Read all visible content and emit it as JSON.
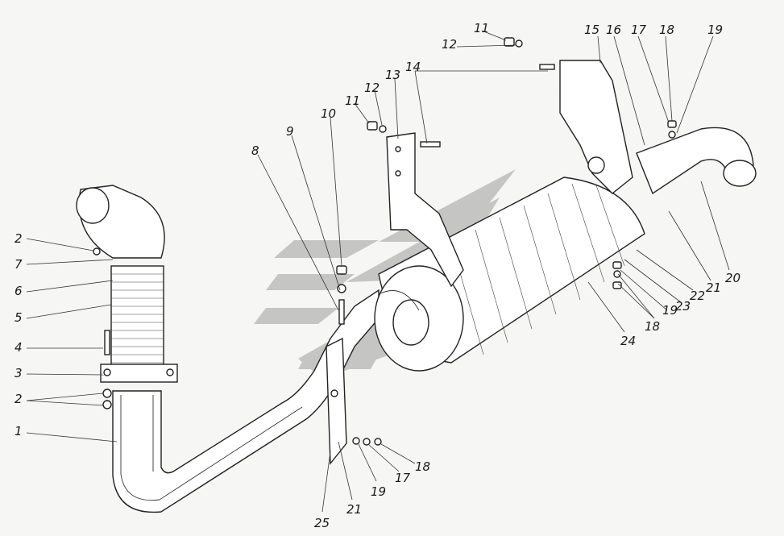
{
  "diagram": {
    "callouts": [
      {
        "id": "c-1",
        "text": "1"
      },
      {
        "id": "c-2a",
        "text": "2"
      },
      {
        "id": "c-2b",
        "text": "2"
      },
      {
        "id": "c-3",
        "text": "3"
      },
      {
        "id": "c-4",
        "text": "4"
      },
      {
        "id": "c-5",
        "text": "5"
      },
      {
        "id": "c-6",
        "text": "6"
      },
      {
        "id": "c-7",
        "text": "7"
      },
      {
        "id": "c-8",
        "text": "8"
      },
      {
        "id": "c-9",
        "text": "9"
      },
      {
        "id": "c-10",
        "text": "10"
      },
      {
        "id": "c-11a",
        "text": "11"
      },
      {
        "id": "c-11b",
        "text": "11"
      },
      {
        "id": "c-12a",
        "text": "12"
      },
      {
        "id": "c-12b",
        "text": "12"
      },
      {
        "id": "c-13",
        "text": "13"
      },
      {
        "id": "c-14",
        "text": "14"
      },
      {
        "id": "c-15",
        "text": "15"
      },
      {
        "id": "c-16",
        "text": "16"
      },
      {
        "id": "c-17a",
        "text": "17"
      },
      {
        "id": "c-17b",
        "text": "17"
      },
      {
        "id": "c-18a",
        "text": "18"
      },
      {
        "id": "c-18b",
        "text": "18"
      },
      {
        "id": "c-18c",
        "text": "18"
      },
      {
        "id": "c-19a",
        "text": "19"
      },
      {
        "id": "c-19b",
        "text": "19"
      },
      {
        "id": "c-19c",
        "text": "19"
      },
      {
        "id": "c-20",
        "text": "20"
      },
      {
        "id": "c-21a",
        "text": "21"
      },
      {
        "id": "c-21b",
        "text": "21"
      },
      {
        "id": "c-22",
        "text": "22"
      },
      {
        "id": "c-23",
        "text": "23"
      },
      {
        "id": "c-24",
        "text": "24"
      },
      {
        "id": "c-25",
        "text": "25"
      }
    ],
    "watermark_color": "#9a9a9a",
    "line_color": "#222222"
  }
}
